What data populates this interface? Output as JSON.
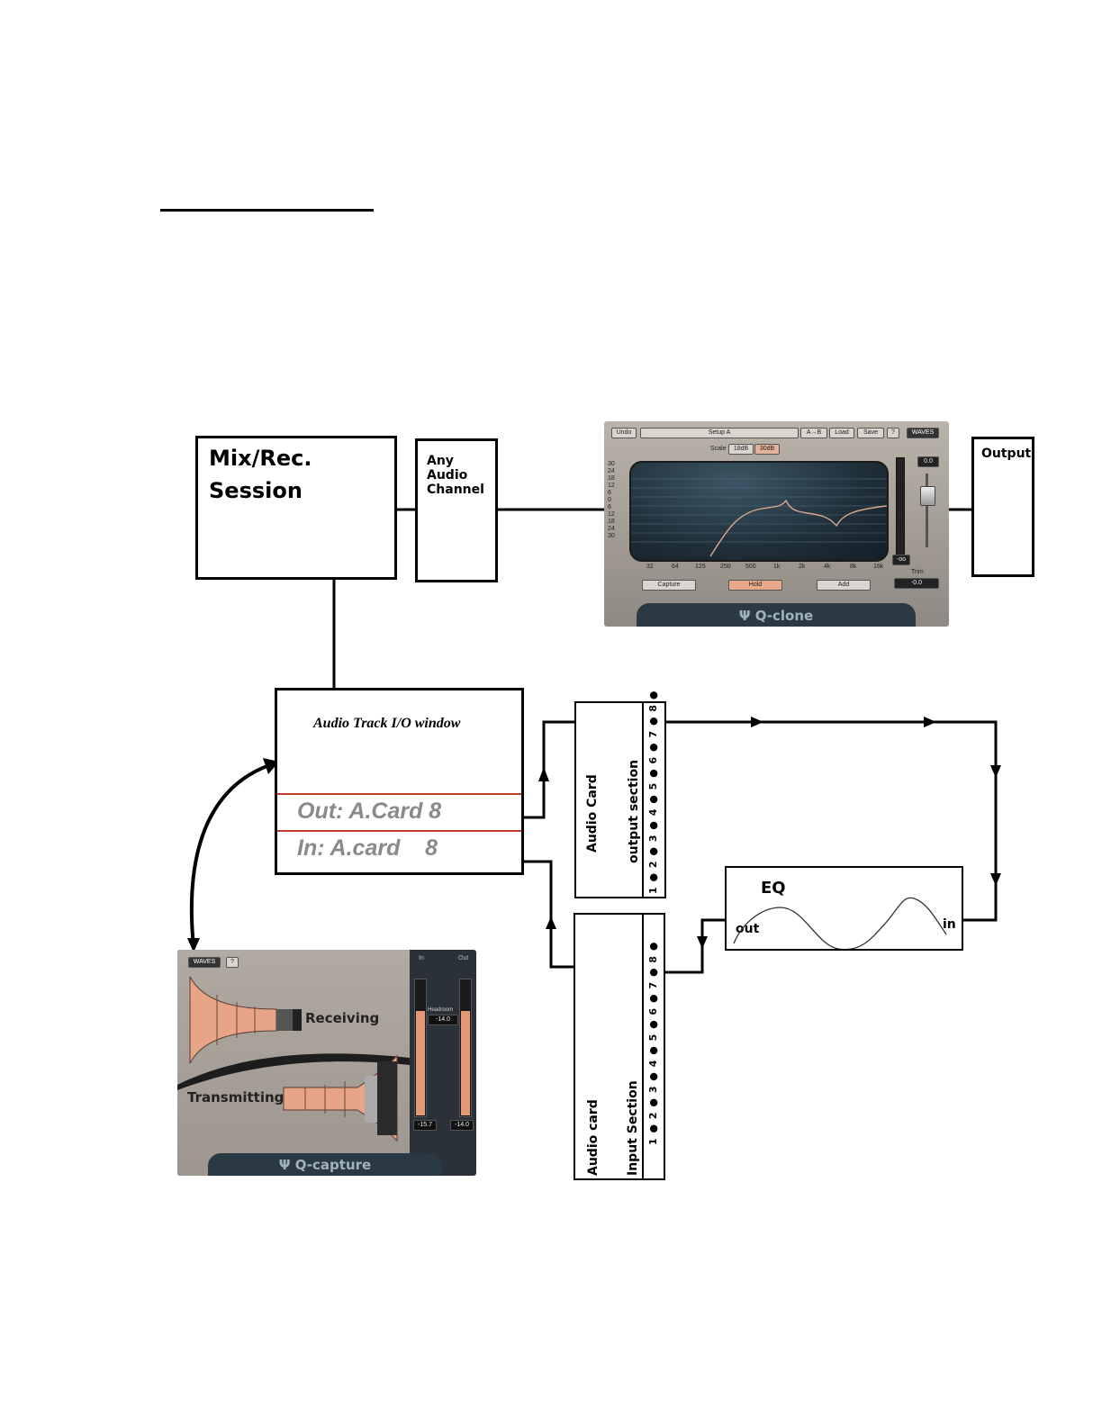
{
  "mix_session": {
    "line1": "Mix/Rec.",
    "line2": "Session"
  },
  "any_channel": {
    "line1": "Any",
    "line2": "Audio",
    "line3": "Channel"
  },
  "output_label": "Output",
  "io_window": {
    "title": "Audio Track I/O window",
    "out_row": "Out: A.Card 8",
    "in_row": "In: A.card    8"
  },
  "output_section": {
    "label1": "Audio Card",
    "label2": "output section",
    "numbers": "1 ● 2 ● 3 ● 4 ● 5 ● 6 ● 7 ● 8 ●"
  },
  "input_section": {
    "label1": "Audio card",
    "label2": "Input Section",
    "numbers": "1 ● 2 ● 3 ● 4 ● 5 ● 6 ● 7 ● 8 ●"
  },
  "eq": {
    "title": "EQ",
    "out_label": "out",
    "in_label": "in"
  },
  "q_clone": {
    "name": "Q-clone",
    "buttons": {
      "undo": "Undo",
      "setup": "Setup A",
      "ab": "A→B",
      "load": "Load",
      "save": "Save",
      "help": "?",
      "brand": "WAVES"
    },
    "scale_label": "Scale",
    "scale_options": [
      "18dB",
      "30dB"
    ],
    "y_ticks": [
      "30",
      "24",
      "18",
      "12",
      "6",
      "0",
      "6",
      "12",
      "18",
      "24",
      "30"
    ],
    "x_ticks": [
      "32",
      "64",
      "125",
      "250",
      "500",
      "1k",
      "2k",
      "4k",
      "8k",
      "16k"
    ],
    "capture": "Capture",
    "hold": "Hold",
    "add": "Add",
    "gain_readout": "0.0",
    "meter_readout": "-oo",
    "trim_label": "Trim",
    "trim_value": "-0.0"
  },
  "q_capture": {
    "name": "Q-capture",
    "brand": "WAVES",
    "help": "?",
    "receiving": "Receiving",
    "transmitting": "Transmitting",
    "in_label": "In",
    "out_label": "Out",
    "headroom_label": "Headroom",
    "headroom_value": "-14.0",
    "in_value": "-15.7",
    "out_value": "-14.0"
  }
}
